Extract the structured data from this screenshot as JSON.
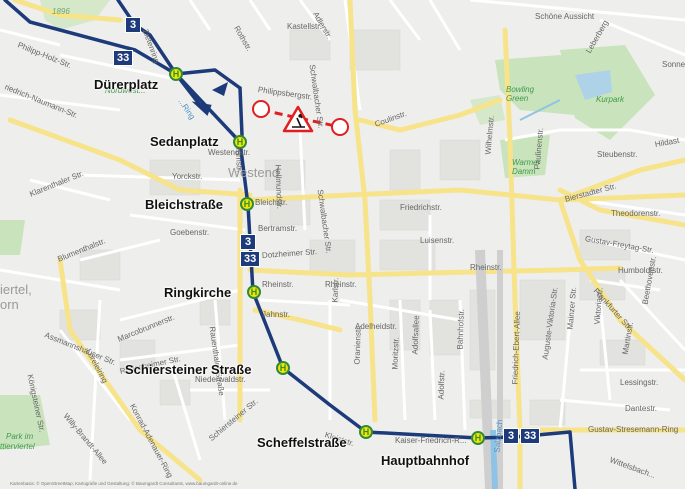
{
  "districts": {
    "westend": "Westend",
    "viertel_left_1": "iertel,",
    "viertel_left_2": "orn"
  },
  "parks": {
    "nordwest": "Nordwest...",
    "bowling_green": "Bowling Green",
    "kurpark": "Kurpark",
    "warmer_damm": "Warmer Damm",
    "park_im_1": "Park im",
    "park_im_2": "ttierviertel",
    "year_label": "1896"
  },
  "streets": {
    "schoene_aussicht": "Schöne Aussicht",
    "philipp_holz": "Philipp-Holz-Str.",
    "friedrich_naumann": "riedrich-Naumann-Str.",
    "philippsbergstr": "Philippsbergstr.",
    "rothstr": "Rothstr.",
    "adlerstr": "Adlerstr.",
    "kastellstr": "Kastellstr.",
    "schwalbacher_1": "Schwalbacher Str.",
    "schwalbacher_2": "Schwalbacher Str.",
    "coulinstr": "Coulinstr.",
    "leberberg": "Leberberg",
    "sonnenberger": "Sonne",
    "westendstr": "Westendstr.",
    "walramstr": "Walramstr.",
    "hellmundstr": "Hellmundstr.",
    "yorckstr": "Yorckstr.",
    "klarenthaler": "Klarenthaler Str.",
    "wilhelmstr": "Wilhelmstr.",
    "steubenstr": "Steubenstr.",
    "hildastr": "Hildast",
    "paulinenstr": "Paulinenstr.",
    "bierstadter": "Bierstadter Str.",
    "theodorenstr": "Theodorenstr.",
    "bleichstr": "Bleichstr.",
    "friedrichstr": "Friedrichstr.",
    "goebenstr": "Goebenstr.",
    "bertramstr": "Bertramstr.",
    "dotzheimer": "Dotzheimer Str.",
    "luisenstr": "Luisenstr.",
    "gustav_freytag": "Gustav-Freytag-Str.",
    "blumenthalstr": "Blumenthalstr.",
    "rheinstr_1": "Rheinstr.",
    "rheinstr_2": "Rheinstr.",
    "rheinstr_3": "Rheinstr.",
    "humboldtstr": "Humboldtstr.",
    "beethovenstr": "Beethovenstr.",
    "frankfurter": "Frankfurter Str.",
    "karlstr": "Karlstr.",
    "jahnstr": "Jahnstr.",
    "adelheidstr": "Adelheidstr.",
    "marcobrunnerstr": "Marcobrunnerstr.",
    "loreleiring": "Loreleiring",
    "assmannshaeuser": "Assmannshäuser Str.",
    "ruedesheimer": "Rüdesheimer Str.",
    "rauenthaler": "Rauenthaler Straße",
    "niederwaldstr": "Niederwaldstr.",
    "koenigsteiner": "Königsteiner Str.",
    "willy_brandt": "Willy-Brandt-Allee",
    "konrad_adenauer": "Konrad-Adenauer-Ring",
    "schiersteiner_str": "Schiersteiner Str.",
    "oranienstr": "Oranienstr.",
    "moritzstr": "Moritzstr.",
    "adolfsallee": "Adolfsallee",
    "adolfstr": "Adolfstr.",
    "bahnhofstr": "Bahnhofstr.",
    "friedrich_ebert": "Friedrich-Ebert-Allee",
    "auguste_viktoria": "Auguste-Viktoria-Str.",
    "mainzer": "Mainzer Str.",
    "viktoriastr": "Viktoriastr.",
    "martinstr": "Martinstr.",
    "lessingstr": "Lessingstr.",
    "dantestr": "Dantestr.",
    "gustav_stresemann": "Gustav-Stresemann-Ring",
    "kleiststr": "Kleiststr.",
    "kaiser_friedrich": "Kaiser-Friedrich-R...",
    "wittelsbacher": "Wittelsbach...",
    "salzbach": "Salzbach",
    "zietenring": "Zietenring",
    "ring_label": "...Ring"
  },
  "stops": [
    {
      "id": "duererplatz",
      "name": "Dürerplatz",
      "symbol": "H"
    },
    {
      "id": "sedanplatz",
      "name": "Sedanplatz",
      "symbol": "H"
    },
    {
      "id": "bleichstrasse",
      "name": "Bleichstraße",
      "symbol": "H"
    },
    {
      "id": "ringkirche",
      "name": "Ringkirche",
      "symbol": "H"
    },
    {
      "id": "schiersteiner",
      "name": "Schiersteiner Straße",
      "symbol": "H"
    },
    {
      "id": "scheffelstrasse",
      "name": "Scheffelstraße",
      "symbol": "H"
    },
    {
      "id": "hauptbahnhof",
      "name": "Hauptbahnhof",
      "symbol": "H"
    }
  ],
  "lines": {
    "line_3": "3",
    "line_33": "33"
  },
  "colors": {
    "route": "#1d3a7a",
    "detour": "#e02020",
    "stop_fill": "#f2e600",
    "stop_ring": "#2f8a3a",
    "park": "#c9e3bd",
    "road_major": "#f7e38a"
  },
  "icons": {
    "construction": "roadworks-warning-icon",
    "closure_start": "closure-circle-icon",
    "closure_end": "closure-circle-icon"
  },
  "attribution": "Kartenbasis: © OpenStreetMap; Kartografie und Gestaltung: © Baumgardt Consultants, www.baumgardt-online.de"
}
